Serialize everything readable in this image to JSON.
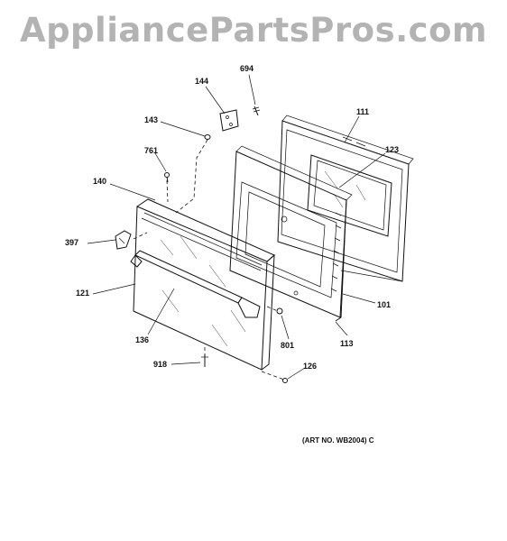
{
  "watermark": "AppliancePartsPros.com",
  "art_number": "(ART NO. WB2004) C",
  "callouts": {
    "c694": "694",
    "c144": "144",
    "c143": "143",
    "c111": "111",
    "c761": "761",
    "c123": "123",
    "c140": "140",
    "c397": "397",
    "c121": "121",
    "c101": "101",
    "c136": "136",
    "c801": "801",
    "c113": "113",
    "c918": "918",
    "c126": "126"
  }
}
